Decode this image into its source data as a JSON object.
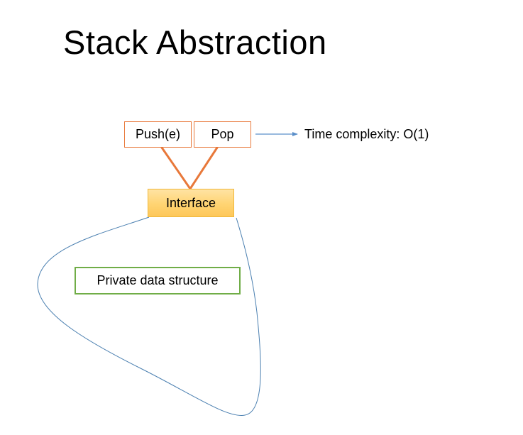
{
  "slide": {
    "title": "Stack Abstraction"
  },
  "diagram": {
    "operations": [
      {
        "label": "Push(e)"
      },
      {
        "label": "Pop"
      }
    ],
    "interface_label": "Interface",
    "private_label": "Private data structure",
    "complexity_label": "Time complexity: O(1)"
  },
  "colors": {
    "operation_border": "#e8783a",
    "connector_line": "#e8783a",
    "interface_fill": "#ffd472",
    "interface_border": "#f0b73a",
    "private_border": "#70ad47",
    "enclosure_line": "#4a7fb0",
    "arrow": "#5b8fc9"
  }
}
